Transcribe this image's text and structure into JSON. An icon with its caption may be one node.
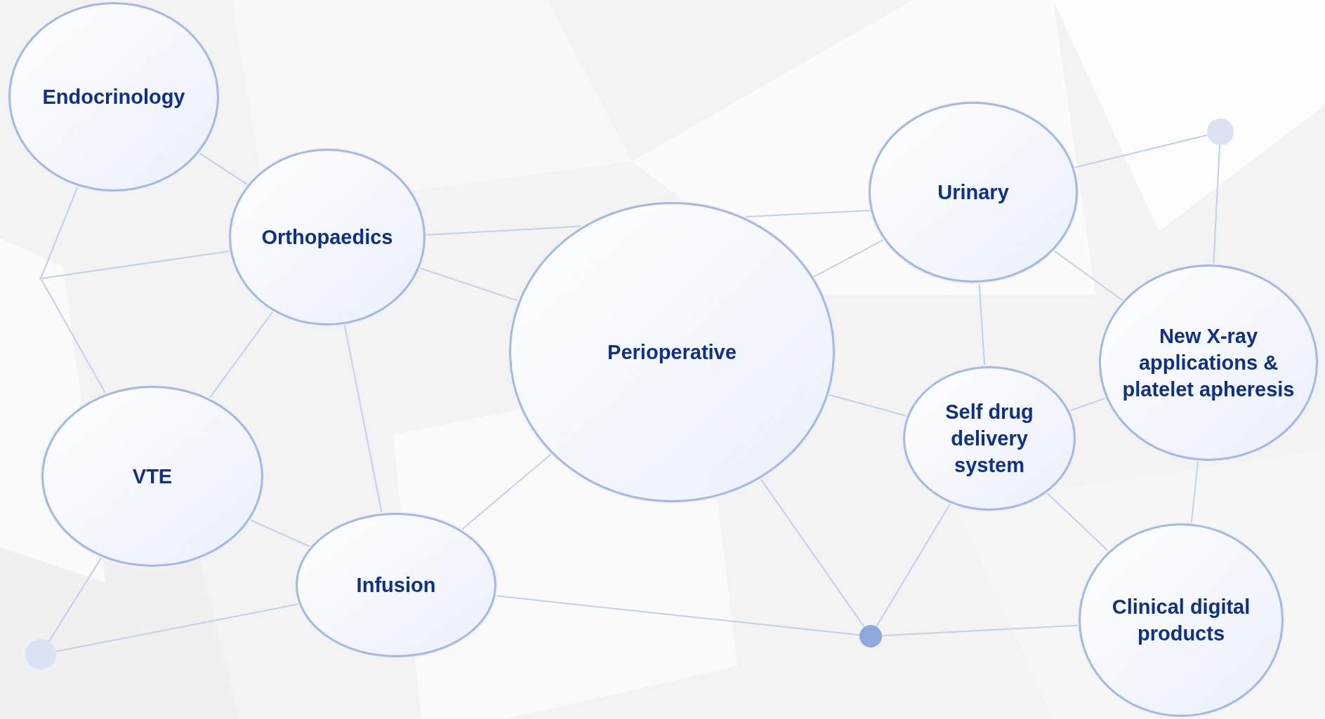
{
  "diagram": {
    "nodes": [
      {
        "text": [
          "Endocrinology"
        ]
      },
      {
        "text": [
          "Orthopaedics"
        ]
      },
      {
        "text": [
          "VTE"
        ]
      },
      {
        "text": [
          "Infusion"
        ]
      },
      {
        "text": [
          "Perioperative"
        ]
      },
      {
        "text": [
          "Urinary"
        ]
      },
      {
        "text": [
          "Self drug delivery system"
        ]
      },
      {
        "text": [
          "New X-ray applications & platelet apheresis"
        ]
      },
      {
        "text": [
          "Clinical digital products"
        ]
      },
      {
        "text": [],
        "shape": "circle"
      },
      {
        "text": [],
        "shape": "circle"
      },
      {
        "text": [],
        "shape": "circle"
      },
      {
        "text": [],
        "shape": "point"
      }
    ],
    "edges": [
      {
        "from": 0,
        "to": 1,
        "arrow": "none"
      },
      {
        "from": 0,
        "to": 12,
        "arrow": "none"
      },
      {
        "from": 1,
        "to": 12,
        "arrow": "none"
      },
      {
        "from": 2,
        "to": 12,
        "arrow": "none"
      },
      {
        "from": 1,
        "to": 4,
        "arrow": "none"
      },
      {
        "from": 4,
        "to": 5,
        "arrow": "none"
      },
      {
        "from": 1,
        "to": 4,
        "arrow": "none"
      },
      {
        "from": 1,
        "to": 2,
        "arrow": "none"
      },
      {
        "from": 1,
        "to": 3,
        "arrow": "none"
      },
      {
        "from": 2,
        "to": 3,
        "arrow": "none"
      },
      {
        "from": 2,
        "to": 11,
        "arrow": "none"
      },
      {
        "from": 11,
        "to": 3,
        "arrow": "none"
      },
      {
        "from": 3,
        "to": 4,
        "arrow": "none"
      },
      {
        "from": 3,
        "to": 10,
        "arrow": "none"
      },
      {
        "from": 4,
        "to": 10,
        "arrow": "none"
      },
      {
        "from": 4,
        "to": 5,
        "arrow": "none"
      },
      {
        "from": 4,
        "to": 6,
        "arrow": "none"
      },
      {
        "from": 5,
        "to": 9,
        "arrow": "none"
      },
      {
        "from": 5,
        "to": 7,
        "arrow": "none"
      },
      {
        "from": 5,
        "to": 6,
        "arrow": "none"
      },
      {
        "from": 9,
        "to": 7,
        "arrow": "none"
      },
      {
        "from": 6,
        "to": 7,
        "arrow": "none"
      },
      {
        "from": 6,
        "to": 10,
        "arrow": "none"
      },
      {
        "from": 6,
        "to": 8,
        "arrow": "none"
      },
      {
        "from": 7,
        "to": 8,
        "arrow": "none"
      },
      {
        "from": 10,
        "to": 8,
        "arrow": "none"
      }
    ]
  }
}
